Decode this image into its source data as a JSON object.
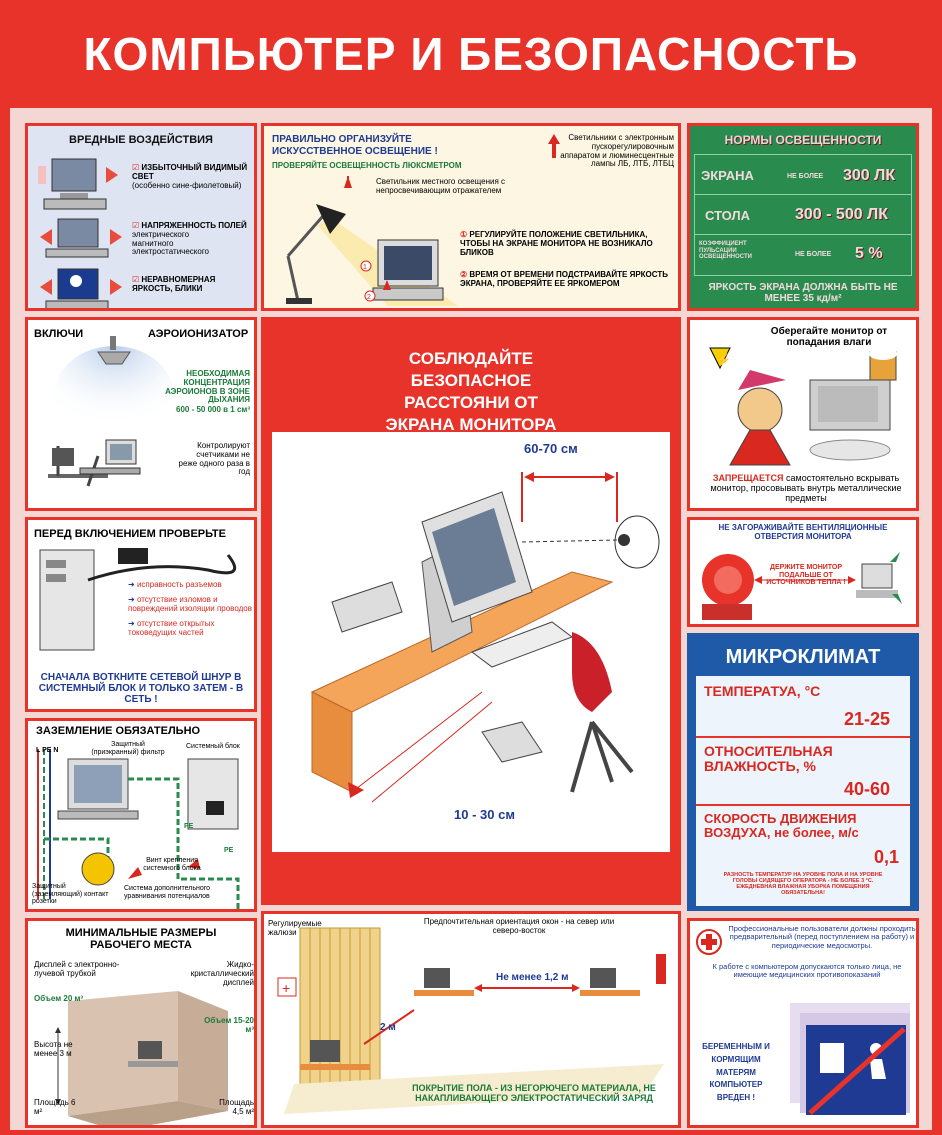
{
  "title": "КОМПЬЮТЕР И БЕЗОПАСНОСТЬ",
  "harm": {
    "heading": "ВРЕДНЫЕ ВОЗДЕЙСТВИЯ",
    "items": [
      {
        "main": "ИЗБЫТОЧНЫЙ ВИДИМЫЙ СВЕТ",
        "sub": "(особенно сине-фиолетовый)"
      },
      {
        "main": "НАПРЯЖЕННОСТЬ ПОЛЕЙ",
        "sub": "электрического магнитного электростатического"
      },
      {
        "main": "НЕРАВНОМЕРНАЯ ЯРКОСТЬ, БЛИКИ",
        "sub": ""
      }
    ]
  },
  "lighting": {
    "heading1": "ПРАВИЛЬНО ОРГАНИЗУЙТЕ",
    "heading2": "ИСКУССТВЕННОЕ ОСВЕЩЕНИЕ !",
    "check": "ПРОВЕРЯЙТЕ ОСВЕЩЕННОСТЬ ЛЮКСМЕТРОМ",
    "lamps": "Светильники с электронным пускорегулировочным аппаратом и люминесцентные лампы ЛБ, ЛТБ, ЛТБЦ",
    "local": "Светильник местного освещения с непросвечивающим отражателем",
    "rule1": "РЕГУЛИРУЙТЕ ПОЛОЖЕНИЕ СВЕТИЛЬНИКА, ЧТОБЫ НА ЭКРАНЕ МОНИТОРА НЕ ВОЗНИКАЛО БЛИКОВ",
    "rule2": "ВРЕМЯ ОТ ВРЕМЕНИ ПОДСТРАИВАЙТЕ ЯРКОСТЬ ЭКРАНА, ПРОВЕРЯЙТЕ ЕЕ ЯРКОМЕРОМ",
    "n1": "1",
    "n2": "2"
  },
  "norms": {
    "heading": "НОРМЫ ОСВЕЩЕННОСТИ",
    "rows": [
      {
        "label": "ЭКРАНА",
        "prefix": "НЕ БОЛЕЕ",
        "value": "300 ЛК"
      },
      {
        "label": "СТОЛА",
        "prefix": "",
        "value": "300 - 500 ЛК"
      },
      {
        "label": "КОЭФФИЦИЕНТ ПУЛЬСАЦИИ ОСВЕЩЕННОСТИ",
        "prefix": "НЕ БОЛЕЕ",
        "value": "5 %"
      }
    ],
    "footer": "ЯРКОСТЬ ЭКРАНА ДОЛЖНА БЫТЬ НЕ МЕНЕЕ 35 кд/м²"
  },
  "ionizer": {
    "heading1": "ВКЛЮЧИ",
    "heading2": "АЭРОИОНИЗАТОР",
    "text": "НЕОБХОДИМАЯ КОНЦЕНТРАЦИЯ АЭРОИОНОВ В ЗОНЕ ДЫХАНИЯ",
    "range": "600 - 50 000 в 1 см³",
    "control": "Контролируют счетчиками не реже одного раза в год"
  },
  "distance": {
    "heading": "СОБЛЮДАЙТЕ БЕЗОПАСНОЕ РАССТОЯНИ ОТ ЭКРАНА МОНИТОРА ДО ГЛАЗ",
    "eye": "60-70 см",
    "feet": "10 - 30 см"
  },
  "moisture": {
    "heading": "Оберегайте монитор от попадания влаги",
    "warn_word": "ЗАПРЕЩАЕТСЯ",
    "warn_rest": "самостоятельно вскрывать монитор, просовывать внутрь металлические предметы"
  },
  "precheck": {
    "heading": "ПЕРЕД ВКЛЮЧЕНИЕМ ПРОВЕРЬТЕ",
    "items": [
      "исправность разъемов",
      "отсутствие изломов и повреждений изоляции проводов",
      "отсутствие открытых токоведущих частей"
    ],
    "footer": "СНАЧАЛА ВОТКНИТЕ СЕТЕВОЙ ШНУР В СИСТЕМНЫЙ БЛОК И ТОЛЬКО ЗАТЕМ - В СЕТЬ !"
  },
  "vent": {
    "heading": "НЕ ЗАГОРАЖИВАЙТЕ ВЕНТИЛЯЦИОННЫЕ ОТВЕРСТИЯ МОНИТОРА",
    "note": "ДЕРЖИТЕ МОНИТОР ПОДАЛЬШЕ ОТ ИСТОЧНИКОВ ТЕПЛА !"
  },
  "climate": {
    "heading": "МИКРОКЛИМАТ",
    "rows": [
      {
        "label": "ТЕМПЕРАТУА, °С",
        "value": "21-25"
      },
      {
        "label": "ОТНОСИТЕЛЬНАЯ ВЛАЖНОСТЬ, %",
        "value": "40-60"
      },
      {
        "label": "СКОРОСТЬ ДВИЖЕНИЯ ВОЗДУХА, не более, м/с",
        "value": "0,1"
      }
    ],
    "note": "РАЗНОСТЬ ТЕМПЕРАТУР НА УРОВНЕ ПОЛА И НА УРОВНЕ ГОЛОВЫ СИДЯЩЕГО ОПЕРАТОРА - НЕ БОЛЕЕ 3 °С. ЕЖЕДНЕВНАЯ ВЛАЖНАЯ УБОРКА ПОМЕЩЕНИЯ ОБЯЗАТЕЛЬНА!"
  },
  "ground": {
    "heading": "ЗАЗЕМЛЕНИЕ ОБЯЗАТЕЛЬНО",
    "lpen": "L PE N",
    "filter": "Защитный (приэкранный) фильтр",
    "unit": "Системный блок",
    "pe1": "PE",
    "pe2": "PE",
    "screw": "Винт крепления системного блока",
    "contact": "Защитный (заземляющий) контакт розетки",
    "system": "Система дополнительного уравнивания потенциалов"
  },
  "size": {
    "heading": "МИНИМАЛЬНЫЕ РАЗМЕРЫ РАБОЧЕГО МЕСТА",
    "crt": "Дисплей с электронно-лучевой трубкой",
    "lcd": "Жидко-кристаллический дисплей",
    "vol1": "Объем 20 м³",
    "vol2": "Объем 15-20 м³",
    "height": "Высота не менее 3 м",
    "area1": "Площадь 6 м²",
    "area2": "Площадь 4,5 м²"
  },
  "room": {
    "blinds": "Регулируемые жалюзи",
    "orient": "Предпочтительная ориентация окон - на север или северо-восток",
    "dist1": "Не менее 1,2 м",
    "dist2": "2 м",
    "floor": "ПОКРЫТИЕ ПОЛА - ИЗ НЕГОРЮЧЕГО МАТЕРИАЛА, НЕ НАКАПЛИВАЮЩЕГО ЭЛЕКТРОСТАТИЧЕСКИЙ ЗАРЯД"
  },
  "medical": {
    "text1": "Профессиональные пользователи должны проходить предварительный (перед поступлением на работу) и периодические медосмотры.",
    "text2": "К работе с компьютером допускаются только лица, не имеющие медицинских противопоказаний",
    "warn": "БЕРЕМЕННЫМ И КОРМЯЩИМ МАТЕРЯМ КОМПЬЮТЕР ВРЕДЕН !"
  },
  "colors": {
    "brand_red": "#e8332b",
    "norm_green": "#2a8b4f",
    "text_blue": "#1f3a93"
  }
}
